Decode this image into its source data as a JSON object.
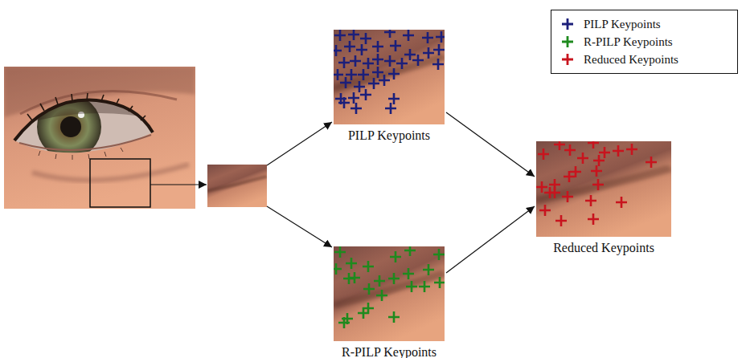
{
  "diagram": {
    "nodes": [
      {
        "text": [
          "PILP Keypoints"
        ]
      },
      {
        "text": [
          "R-PILP Keypoints"
        ]
      },
      {
        "text": [
          "Reduced Keypoints"
        ]
      }
    ],
    "edges": [
      {
        "from": 0,
        "to": 2,
        "arrow": "to"
      },
      {
        "from": 1,
        "to": 2,
        "arrow": "to"
      }
    ],
    "legend": [
      {
        "text": "PILP Keypoints",
        "color": "#1c1f7a"
      },
      {
        "text": "R-PILP Keypoints",
        "color": "#1e8a1e"
      },
      {
        "text": "Reduced Keypoints",
        "color": "#c8141e"
      }
    ]
  }
}
